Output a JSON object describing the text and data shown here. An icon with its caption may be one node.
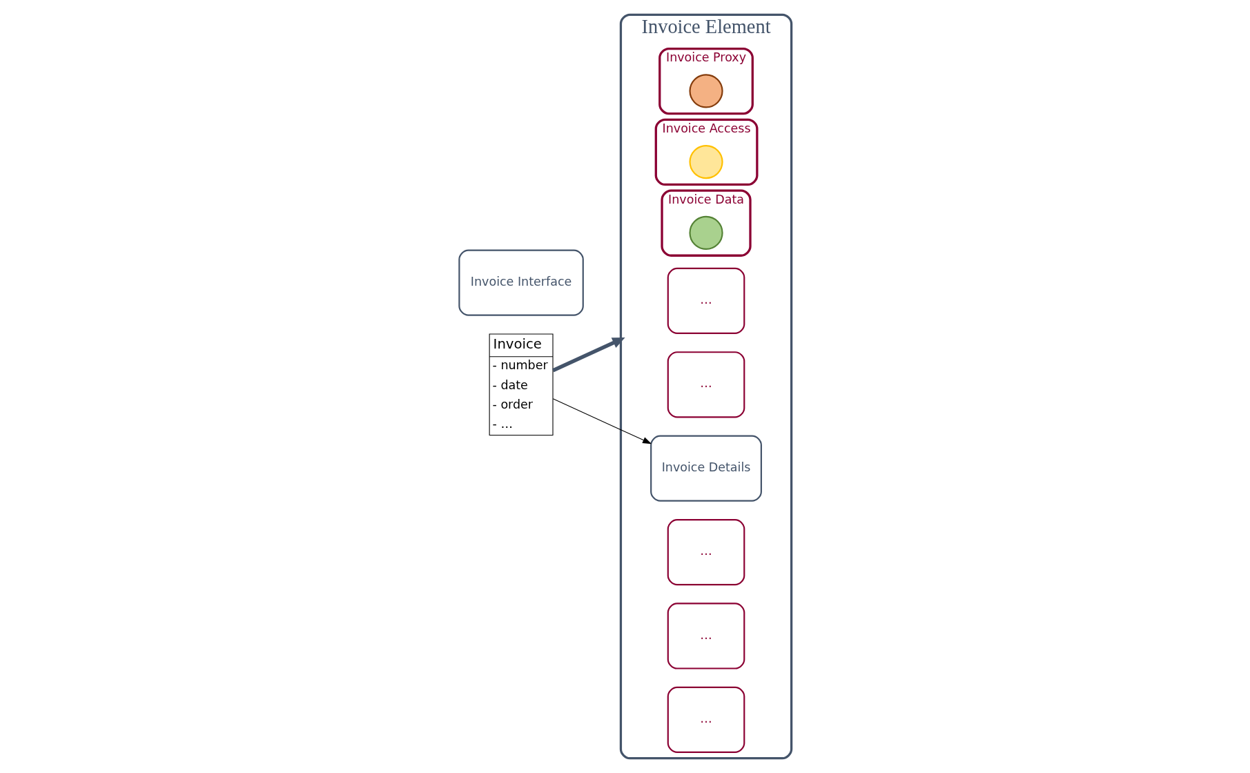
{
  "diagram": {
    "nodes": [
      {
        "text": [
          "Invoice",
          "- number",
          "- date",
          "- order",
          "- …"
        ]
      },
      {
        "text": [
          "Invoice Element"
        ]
      },
      {
        "text": [
          "Invoice Proxy"
        ],
        "in": 1
      },
      {
        "text": [],
        "shape": "circle",
        "in": 2
      },
      {
        "text": [
          "…"
        ],
        "in": 1
      },
      {
        "text": [
          "Invoice Access"
        ],
        "in": 1
      },
      {
        "text": [],
        "shape": "circle",
        "in": 5
      },
      {
        "text": [
          "…"
        ],
        "in": 1
      },
      {
        "text": [
          "Invoice Details"
        ],
        "in": 1
      },
      {
        "text": [
          "Invoice Data"
        ],
        "in": 1
      },
      {
        "text": [],
        "shape": "circle",
        "in": 9
      },
      {
        "text": [
          "…"
        ],
        "in": 1
      },
      {
        "text": [
          "…"
        ],
        "in": 1
      },
      {
        "text": [
          "…"
        ],
        "in": 1
      },
      {
        "text": [
          "Invoice Interface"
        ]
      }
    ],
    "edges": [
      {
        "from": 0,
        "to": 1,
        "arrow": "to",
        "style": "thick",
        "color": "#44546a"
      },
      {
        "from": 0,
        "to": 8,
        "arrow": "to",
        "color": "#000000"
      }
    ]
  }
}
